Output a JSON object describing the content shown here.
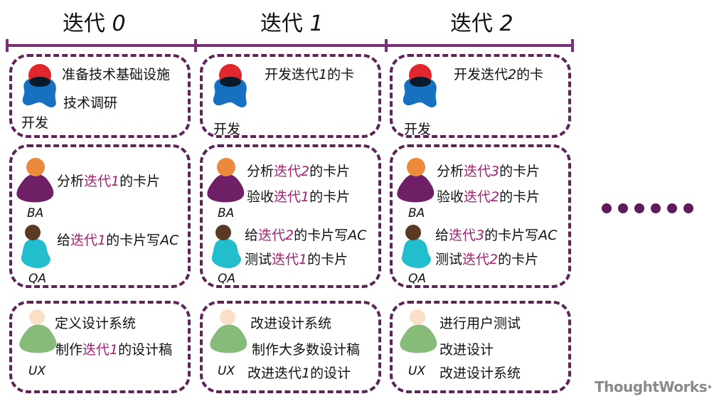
{
  "iterations": [
    {
      "title": "迭代 ",
      "num": "0"
    },
    {
      "title": "迭代 ",
      "num": "1"
    },
    {
      "title": "迭代 ",
      "num": "2"
    }
  ],
  "columns": [
    {
      "dev": {
        "role": "开发",
        "line1": "准备技术基础设施",
        "line2": "技术调研"
      },
      "ba": {
        "role": "BA",
        "l1_pre": "分析",
        "l1_hl": "迭代",
        "l1_num": "1",
        "l1_post": "的卡片"
      },
      "qa": {
        "role": "QA",
        "l1_pre": "给",
        "l1_hl": "迭代",
        "l1_num": "1",
        "l1_post": "的卡片写",
        "l1_ac": "AC"
      },
      "ux": {
        "role": "UX",
        "line1": "定义设计系统",
        "l2_pre": "制作",
        "l2_hl": "迭代",
        "l2_num": "1",
        "l2_post": "的设计稿"
      }
    },
    {
      "dev": {
        "role": "开发",
        "l1_pre": "开发迭代",
        "l1_num": "1",
        "l1_post": "的卡"
      },
      "ba": {
        "role": "BA",
        "l1_pre": "分析",
        "l1_hl": "迭代",
        "l1_num": "2",
        "l1_post": "的卡片",
        "l2_pre": "验收",
        "l2_hl": "迭代",
        "l2_num": "1",
        "l2_post": "的卡片"
      },
      "qa": {
        "role": "QA",
        "l1_pre": "给",
        "l1_hl": "迭代",
        "l1_num": "2",
        "l1_post": "的卡片写",
        "l1_ac": "AC",
        "l2_pre": "测试",
        "l2_hl": "迭代",
        "l2_num": "1",
        "l2_post": "的卡片"
      },
      "ux": {
        "role": "UX",
        "line1": "改进设计系统",
        "line2": "制作大多数设计稿",
        "l3_pre": "改进迭代",
        "l3_num": "1",
        "l3_post": "的设计"
      }
    },
    {
      "dev": {
        "role": "开发",
        "l1_pre": "开发迭代",
        "l1_num": "2",
        "l1_post": "的卡"
      },
      "ba": {
        "role": "BA",
        "l1_pre": "分析",
        "l1_hl": "迭代",
        "l1_num": "3",
        "l1_post": "的卡片",
        "l2_pre": "验收",
        "l2_hl": "迭代",
        "l2_num": "2",
        "l2_post": "的卡片"
      },
      "qa": {
        "role": "QA",
        "l1_pre": "给",
        "l1_hl": "迭代",
        "l1_num": "3",
        "l1_post": "的卡片写",
        "l1_ac": "AC",
        "l2_pre": "测试",
        "l2_hl": "迭代",
        "l2_num": "2",
        "l2_post": "的卡片"
      },
      "ux": {
        "role": "UX",
        "line1": "进行用户测试",
        "line2": "改进设计",
        "line3": "改进设计系统"
      }
    }
  ],
  "brand": "ThoughtWorks",
  "brand_mark": "·",
  "colors": {
    "frame": "#5e2458",
    "highlight": "#a5206e",
    "dev_head": "#e2262e",
    "dev_body": "#1671c1",
    "ba_head": "#ec8a3b",
    "ba_body": "#6e1f66",
    "qa_head": "#5a3a24",
    "qa_body": "#22bece",
    "ux_head": "#fbe0c8",
    "ux_body": "#86bb7a"
  }
}
